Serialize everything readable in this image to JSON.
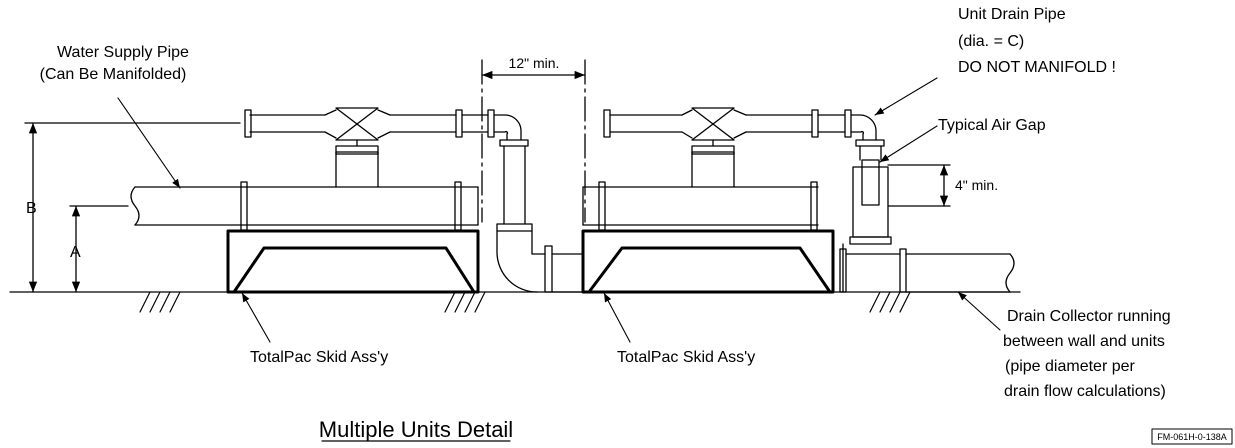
{
  "labels": {
    "water_supply_line1": "Water Supply Pipe",
    "water_supply_line2": "(Can Be Manifolded)",
    "drain_pipe_line1": "Unit Drain Pipe",
    "drain_pipe_line2": "(dia. = C)",
    "drain_pipe_line3": "DO NOT MANIFOLD !",
    "air_gap": "Typical Air Gap",
    "skid_left": "TotalPac Skid Ass'y",
    "skid_right": "TotalPac Skid Ass'y",
    "collector_line1": "Drain Collector running",
    "collector_line2": "between wall and units",
    "collector_line3": "(pipe diameter per",
    "collector_line4": "drain flow calculations)"
  },
  "dimensions": {
    "spacing": "12\" min.",
    "air_gap_height": "4\" min.",
    "a": "A",
    "b": "B"
  },
  "title": "Multiple Units Detail",
  "drawing_code": "FM-061H-0-138A"
}
